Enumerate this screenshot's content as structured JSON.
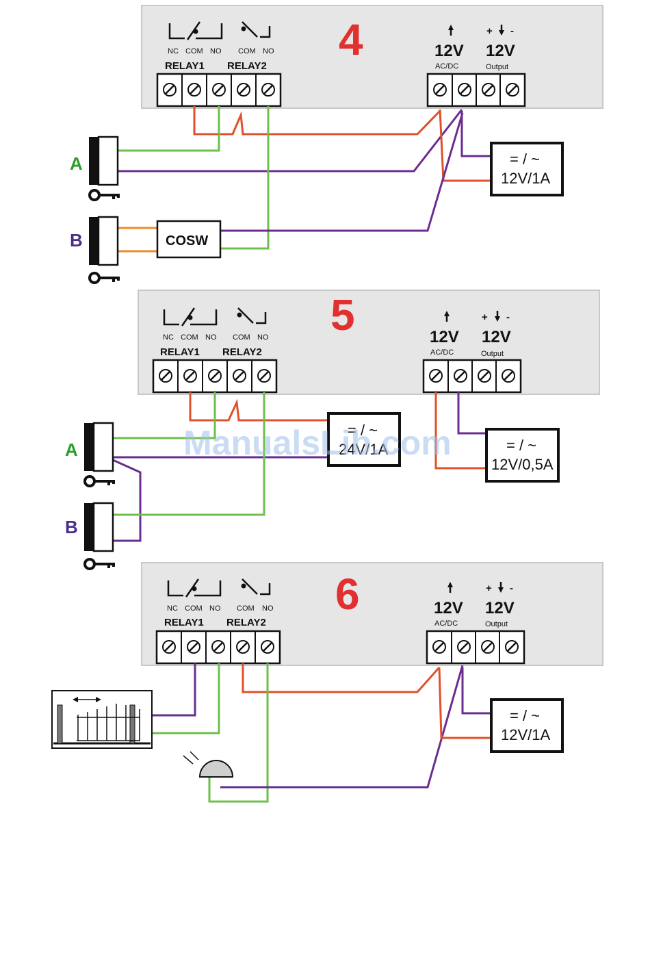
{
  "labels": {
    "nc": "NC",
    "com": "COM",
    "no": "NO",
    "relay1": "RELAY1",
    "relay2": "RELAY2",
    "volt": "12V",
    "acdc": "AC/DC",
    "output": "Output",
    "plus_minus": "+ -"
  },
  "diagrams": [
    {
      "number": "4",
      "psu": {
        "line1": "= / ~",
        "line2": "12V/1A"
      },
      "device_a": "A",
      "device_b": "B",
      "cosw": "COSW"
    },
    {
      "number": "5",
      "psu_24": {
        "line1": "= / ~",
        "line2": "24V/1A"
      },
      "psu": {
        "line1": "= / ~",
        "line2": "12V/0,5A"
      },
      "device_a": "A",
      "device_b": "B"
    },
    {
      "number": "6",
      "psu": {
        "line1": "= / ~",
        "line2": "12V/1A"
      }
    }
  ],
  "watermark": "ManualsLib.com",
  "colors": {
    "red_wire": "#e0502a",
    "green_wire": "#6cc04a",
    "purple_wire": "#6a2d8f",
    "orange_wire": "#ef8a2a",
    "diagram_number": "#e03030"
  }
}
